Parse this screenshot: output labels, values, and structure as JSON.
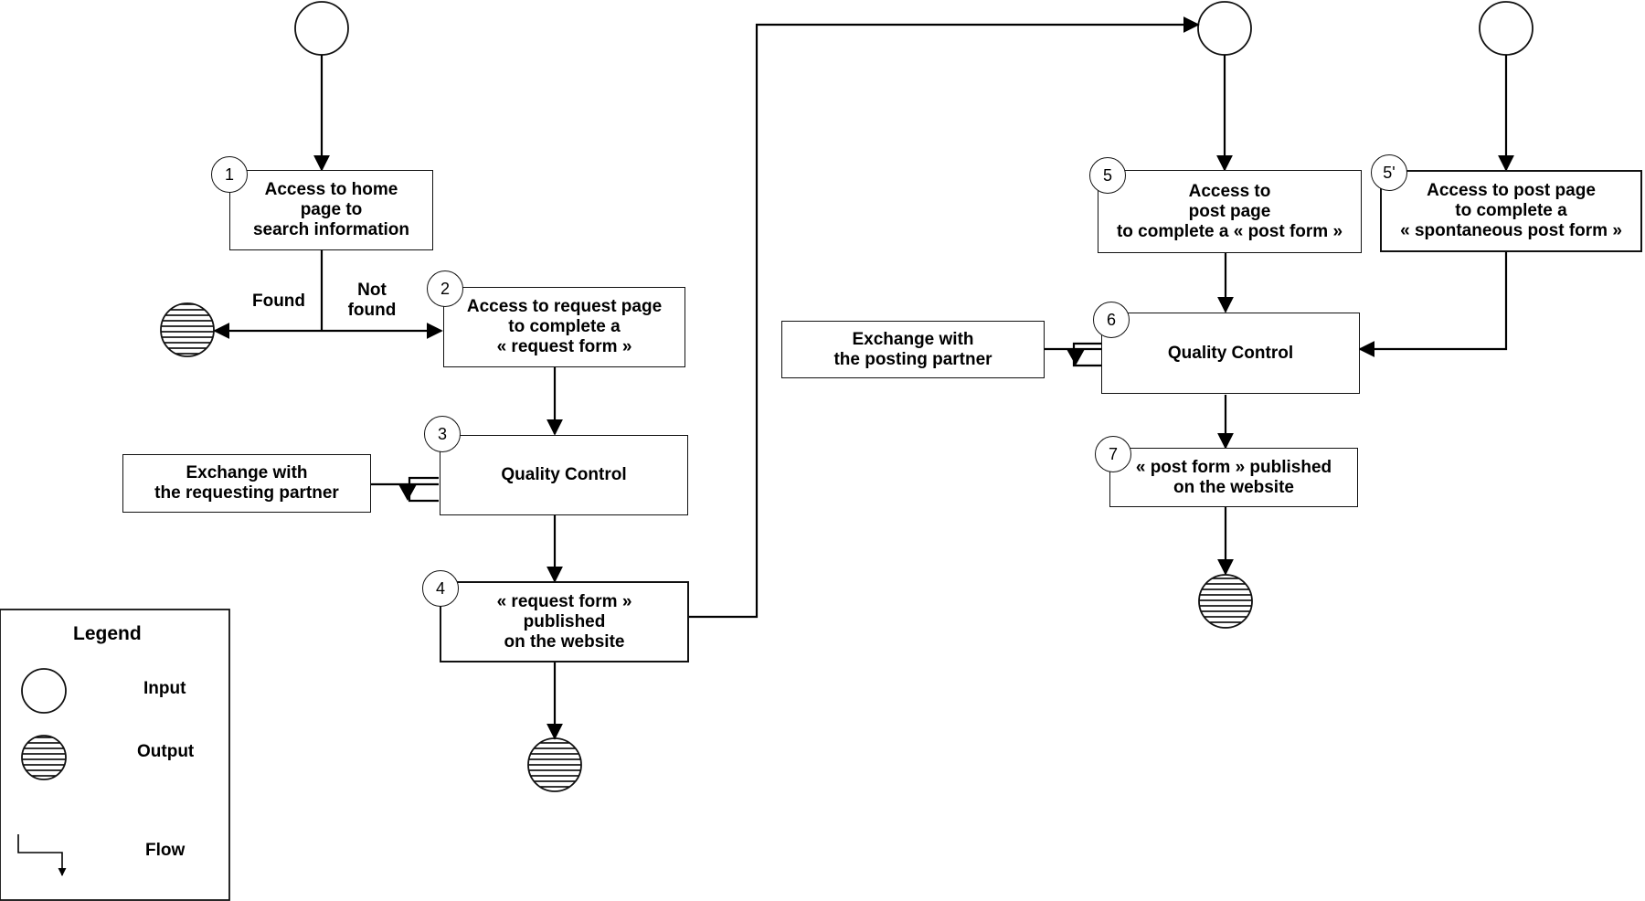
{
  "steps": {
    "s1": {
      "number": "1",
      "text": "Access to home\npage  to\nsearch information"
    },
    "s2": {
      "number": "2",
      "text": "Access to request page\nto complete a\n« request form »"
    },
    "s3": {
      "number": "3",
      "text": "Quality Control"
    },
    "s4": {
      "number": "4",
      "text": "« request form »\npublished\non the website"
    },
    "s5": {
      "number": "5",
      "text": "Access to\npost  page\nto complete a « post form »"
    },
    "s5p": {
      "number": "5'",
      "text": "Access to post  page\nto complete a\n« spontaneous post form »"
    },
    "s6": {
      "number": "6",
      "text": "Quality Control"
    },
    "s7": {
      "number": "7",
      "text": "« post form » published\non the website"
    }
  },
  "exchange": {
    "requesting": "Exchange with\nthe requesting partner",
    "posting": "Exchange with\nthe posting partner"
  },
  "branches": {
    "found": "Found",
    "not_found": "Not\nfound"
  },
  "legend": {
    "title": "Legend",
    "input": "Input",
    "output": "Output",
    "flow": "Flow"
  }
}
